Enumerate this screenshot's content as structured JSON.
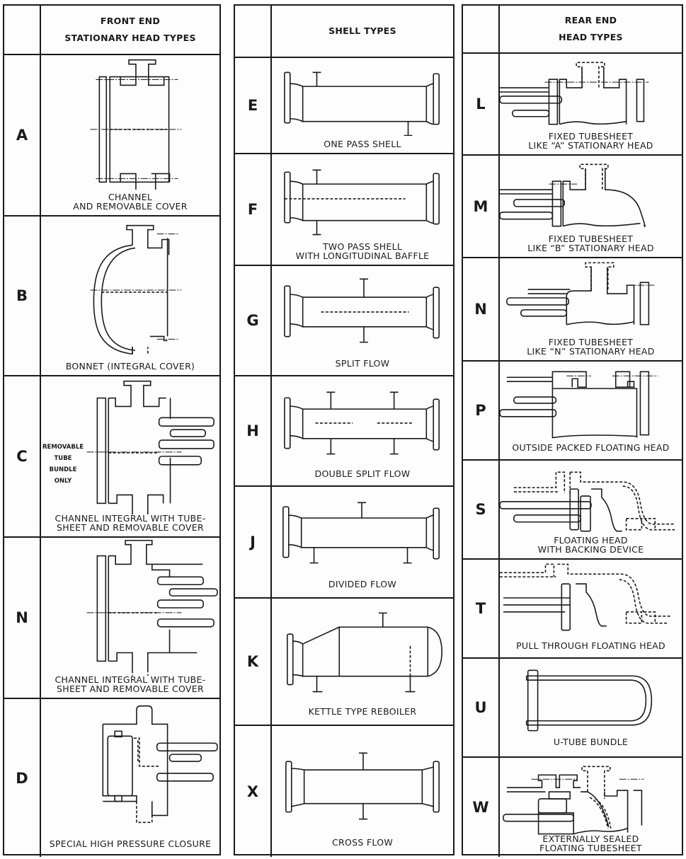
{
  "front": {
    "header": [
      "FRONT END",
      "STATIONARY HEAD TYPES"
    ],
    "rows": [
      {
        "letter": "A",
        "caption": [
          "CHANNEL",
          "AND REMOVABLE COVER"
        ]
      },
      {
        "letter": "B",
        "caption": [
          "BONNET (INTEGRAL COVER)"
        ]
      },
      {
        "letter": "C",
        "caption": [
          "CHANNEL INTEGRAL WITH TUBE-",
          "SHEET AND REMOVABLE COVER"
        ],
        "note": [
          "REMOVABLE",
          "TUBE",
          "BUNDLE",
          "ONLY"
        ]
      },
      {
        "letter": "N",
        "caption": [
          "CHANNEL INTEGRAL WITH TUBE-",
          "SHEET AND REMOVABLE COVER"
        ]
      },
      {
        "letter": "D",
        "caption": [
          "SPECIAL HIGH PRESSURE CLOSURE"
        ]
      }
    ]
  },
  "shell": {
    "header": [
      "SHELL TYPES"
    ],
    "rows": [
      {
        "letter": "E",
        "caption": [
          "ONE PASS SHELL"
        ]
      },
      {
        "letter": "F",
        "caption": [
          "TWO PASS SHELL",
          "WITH LONGITUDINAL BAFFLE"
        ]
      },
      {
        "letter": "G",
        "caption": [
          "SPLIT FLOW"
        ]
      },
      {
        "letter": "H",
        "caption": [
          "DOUBLE SPLIT FLOW"
        ]
      },
      {
        "letter": "J",
        "caption": [
          "DIVIDED FLOW"
        ]
      },
      {
        "letter": "K",
        "caption": [
          "KETTLE TYPE REBOILER"
        ]
      },
      {
        "letter": "X",
        "caption": [
          "CROSS FLOW"
        ]
      }
    ]
  },
  "rear": {
    "header": [
      "REAR END",
      "HEAD TYPES"
    ],
    "rows": [
      {
        "letter": "L",
        "caption": [
          "FIXED TUBESHEET",
          "LIKE “A” STATIONARY HEAD"
        ]
      },
      {
        "letter": "M",
        "caption": [
          "FIXED TUBESHEET",
          "LIKE “B” STATIONARY HEAD"
        ]
      },
      {
        "letter": "N",
        "caption": [
          "FIXED TUBESHEET",
          "LIKE “N” STATIONARY HEAD"
        ]
      },
      {
        "letter": "P",
        "caption": [
          "OUTSIDE PACKED FLOATING HEAD"
        ]
      },
      {
        "letter": "S",
        "caption": [
          "FLOATING HEAD",
          "WITH BACKING DEVICE"
        ]
      },
      {
        "letter": "T",
        "caption": [
          "PULL THROUGH FLOATING HEAD"
        ]
      },
      {
        "letter": "U",
        "caption": [
          "U-TUBE BUNDLE"
        ]
      },
      {
        "letter": "W",
        "caption": [
          "EXTERNALLY SEALED",
          "FLOATING TUBESHEET"
        ]
      }
    ]
  }
}
